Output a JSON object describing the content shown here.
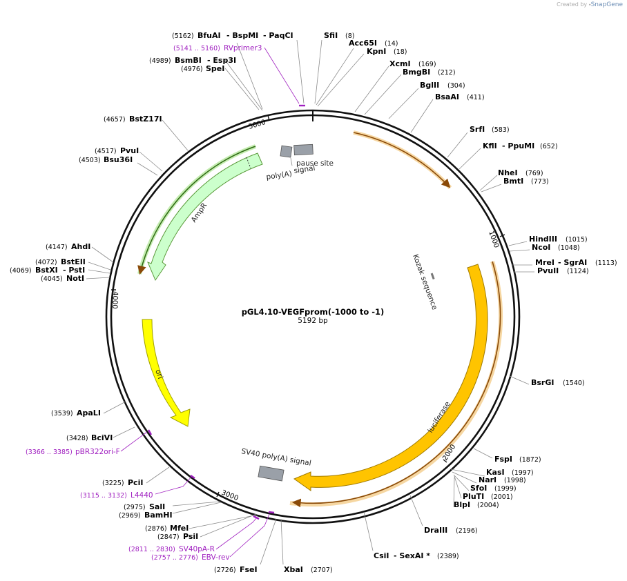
{
  "credit": {
    "prefix": "Created by",
    "brand": "SnapGene"
  },
  "plasmid": {
    "name": "pGL4.10-VEGFprom(-1000 to -1)",
    "size": "5192 bp"
  },
  "ticks": [
    "1000",
    "2000",
    "3000",
    "4000",
    "5000"
  ],
  "enzymes": [
    {
      "name": "BfuAI",
      "pos": "(5162)"
    },
    {
      "name": "- BspMI",
      "pos": ""
    },
    {
      "name": "- PaqCI",
      "pos": ""
    },
    {
      "name": "SfiI",
      "pos": "(8)"
    },
    {
      "name": "Acc65I",
      "pos": "(14)"
    },
    {
      "name": "KpnI",
      "pos": "(18)"
    },
    {
      "name": "XcmI",
      "pos": "(169)"
    },
    {
      "name": "BmgBI",
      "pos": "(212)"
    },
    {
      "name": "BglII",
      "pos": "(304)"
    },
    {
      "name": "BsaAI",
      "pos": "(411)"
    },
    {
      "name": "SrfI",
      "pos": "(583)"
    },
    {
      "name": "KflI",
      "pos": ""
    },
    {
      "name": "- PpuMI",
      "pos": "(652)"
    },
    {
      "name": "NheI",
      "pos": "(769)"
    },
    {
      "name": "BmtI",
      "pos": "(773)"
    },
    {
      "name": "HindIII",
      "pos": "(1015)"
    },
    {
      "name": "NcoI",
      "pos": "(1048)"
    },
    {
      "name": "MreI",
      "pos": ""
    },
    {
      "name": "- SgrAI",
      "pos": "(1113)"
    },
    {
      "name": "PvuII",
      "pos": "(1124)"
    },
    {
      "name": "BsrGI",
      "pos": "(1540)"
    },
    {
      "name": "FspI",
      "pos": "(1872)"
    },
    {
      "name": "KasI",
      "pos": "(1997)"
    },
    {
      "name": "NarI",
      "pos": "(1998)"
    },
    {
      "name": "SfoI",
      "pos": "(1999)"
    },
    {
      "name": "PluTI",
      "pos": "(2001)"
    },
    {
      "name": "BlpI",
      "pos": "(2004)"
    },
    {
      "name": "DraIII",
      "pos": "(2196)"
    },
    {
      "name": "CsiI",
      "pos": ""
    },
    {
      "name": "- SexAI *",
      "pos": "(2389)"
    },
    {
      "name": "XbaI",
      "pos": "(2707)"
    },
    {
      "name": "FseI",
      "pos": "(2726)"
    },
    {
      "name": "PsiI",
      "pos": "(2847)"
    },
    {
      "name": "MfeI",
      "pos": "(2876)"
    },
    {
      "name": "BamHI",
      "pos": "(2969)"
    },
    {
      "name": "SalI",
      "pos": "(2975)"
    },
    {
      "name": "PciI",
      "pos": "(3225)"
    },
    {
      "name": "BciVI",
      "pos": "(3428)"
    },
    {
      "name": "ApaLI",
      "pos": "(3539)"
    },
    {
      "name": "NotI",
      "pos": "(4045)"
    },
    {
      "name": "BstXI",
      "pos": "(4069)"
    },
    {
      "name": "- PstI",
      "pos": ""
    },
    {
      "name": "BstEII",
      "pos": "(4072)"
    },
    {
      "name": "AhdI",
      "pos": "(4147)"
    },
    {
      "name": "Bsu36I",
      "pos": "(4503)"
    },
    {
      "name": "PvuI",
      "pos": "(4517)"
    },
    {
      "name": "BstZ17I",
      "pos": "(4657)"
    },
    {
      "name": "SpeI",
      "pos": "(4976)"
    },
    {
      "name": "BsmBI",
      "pos": "(4989)"
    },
    {
      "name": "- Esp3I",
      "pos": ""
    }
  ],
  "primers": [
    {
      "name": "RVprimer3",
      "range": "(5141 .. 5160)"
    },
    {
      "name": "pBR322ori-F",
      "range": "(3366 .. 3385)"
    },
    {
      "name": "L4440",
      "range": "(3115 .. 3132)"
    },
    {
      "name": "SV40pA-R",
      "range": "(2811 .. 2830)"
    },
    {
      "name": "EBV-rev",
      "range": "(2757 .. 2776)"
    }
  ],
  "features": {
    "ampr": "AmpR",
    "ori": "ori",
    "luciferase": "luciferase",
    "kozak": "Kozak sequence",
    "polya": "poly(A)",
    "polya2": "signal",
    "pause1": "pause site",
    "sv40": "SV40 poly(A) signal"
  },
  "colors": {
    "ampr": "#ccffcc",
    "ampr_stroke": "#5a9a3a",
    "ori": "#ffff00",
    "luciferase": "#ffc400",
    "luc_highlight": "#f6d7a2",
    "orf_line": "#8a4a08",
    "primer": "#a020c0",
    "terminator": "#9aa0a8"
  }
}
